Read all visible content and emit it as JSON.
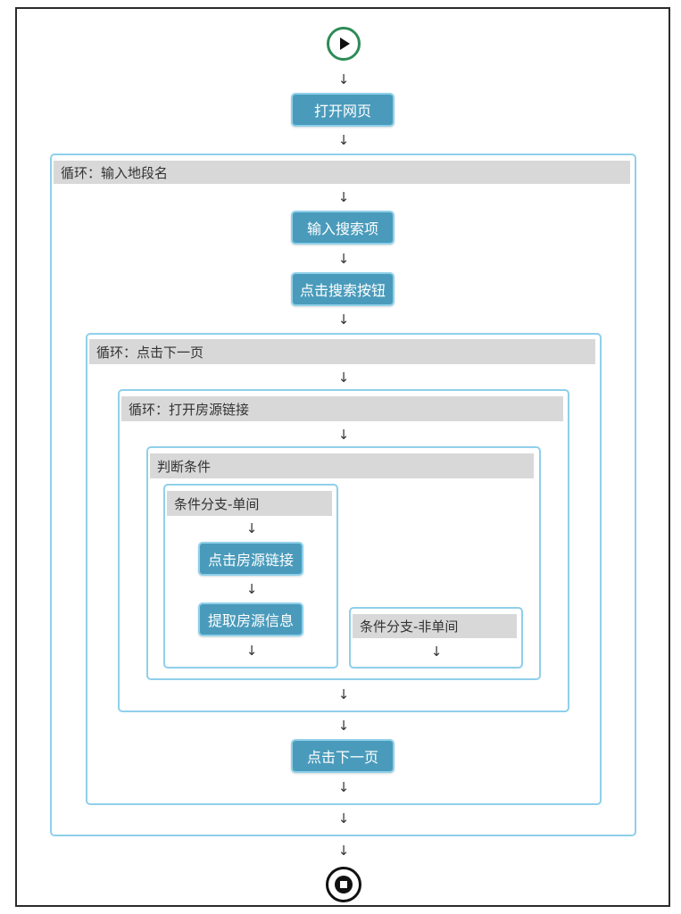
{
  "flow": {
    "arrow_glyph": "↓",
    "start_icon": "play-icon",
    "end_icon": "stop-icon",
    "nodes": {
      "open_page": "打开网页",
      "enter_search": "输入搜索项",
      "click_search": "点击搜索按钮",
      "click_listing_link": "点击房源链接",
      "extract_listing": "提取房源信息",
      "click_next_page": "点击下一页"
    },
    "loops": {
      "outer": "循环：输入地段名",
      "middle": "循环：点击下一页",
      "inner": "循环：打开房源链接"
    },
    "condition": {
      "title": "判断条件",
      "branch_single": "条件分支-单间",
      "branch_not_single": "条件分支-非单间"
    }
  },
  "colors": {
    "node_fill": "#4a9bbb",
    "node_border": "#8fd0ea",
    "container_border": "#8fd0ea",
    "header_fill": "#d8d8d8",
    "start_stroke": "#2e8b57",
    "end_stroke": "#111111"
  }
}
